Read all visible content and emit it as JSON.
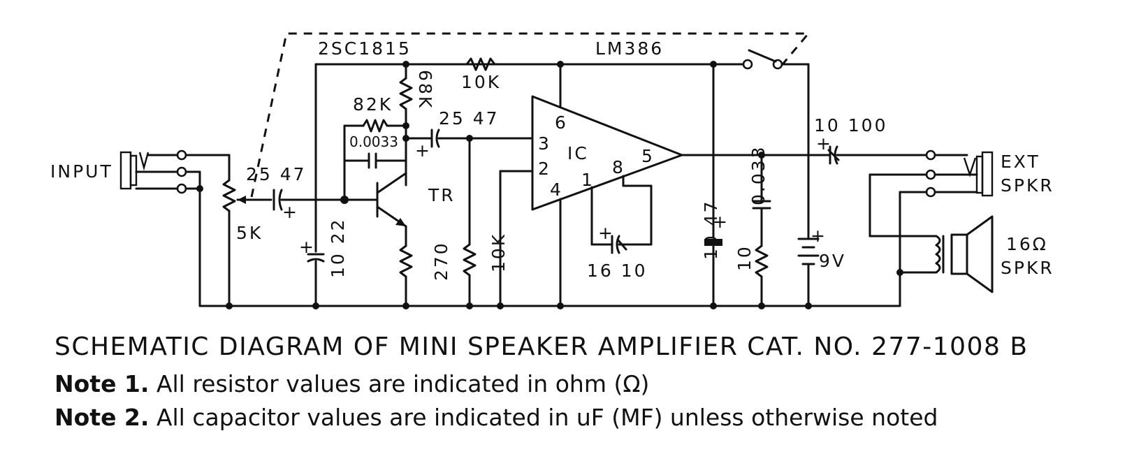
{
  "labels": {
    "transistor_part": "2SC1815",
    "ic_part": "LM386",
    "r_10k_feedback": "10K",
    "r_82k": "82K",
    "r_68k": "68K",
    "c_0033_bias": "0.0033",
    "c_25_47_ic": "25 47",
    "c_25_47_input": "25 47",
    "input": "INPUT",
    "pot_5k": "5K",
    "c_10_22": "10 22",
    "tr": "TR",
    "r_270": "270",
    "r_10k_bottom": "10K",
    "ic_label": "IC",
    "pin6": "6",
    "pin3": "3",
    "pin2": "2",
    "pin4": "4",
    "pin1": "1",
    "pin8": "8",
    "pin5": "5",
    "c_16_10": "16 10",
    "c_10_47": "10 47",
    "c_0033_out": "0.033",
    "r_10_out": "10",
    "c_10_100": "10 100",
    "battery": "9V",
    "ext": "EXT",
    "ext_spkr": "SPKR",
    "spkr_16": "16Ω",
    "spkr": "SPKR",
    "plus": "+"
  },
  "caption": {
    "title": "SCHEMATIC DIAGRAM OF MINI SPEAKER AMPLIFIER CAT. NO. 277-1008 B",
    "note1_head": "Note 1.",
    "note1_body": " All resistor values are indicated in ohm (Ω)",
    "note2_head": "Note 2.",
    "note2_body": " All capacitor values are indicated in uF (MF) unless otherwise noted"
  }
}
